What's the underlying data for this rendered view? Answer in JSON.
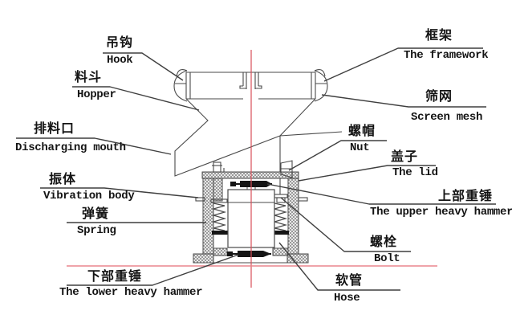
{
  "diagram": {
    "subject": "vibrating-sieve-cross-section",
    "colors": {
      "line": "#4a4a4a",
      "leader": "#3f3f3f",
      "center_axis_red": "#d84f59",
      "ground_line_red": "#ea858d",
      "hatch": "#8a8a8a",
      "text": "#141414",
      "hammer_fill": "#151515"
    },
    "labels": {
      "hook": {
        "cn": "吊钩",
        "en": "Hook"
      },
      "hopper": {
        "cn": "料斗",
        "en": "Hopper"
      },
      "discharging": {
        "cn": "排料口",
        "en": "Discharging mouth"
      },
      "vibration": {
        "cn": "振体",
        "en": "Vibration body"
      },
      "spring": {
        "cn": "弹簧",
        "en": "Spring"
      },
      "lower_hammer": {
        "cn": "下部重锤",
        "en": "The lower heavy hammer"
      },
      "framework": {
        "cn": "框架",
        "en": "The framework"
      },
      "screen_mesh": {
        "cn": "筛网",
        "en": "Screen mesh"
      },
      "nut": {
        "cn": "螺帽",
        "en": "Nut"
      },
      "lid": {
        "cn": "盖子",
        "en": "The lid"
      },
      "upper_hammer": {
        "cn": "上部重锤",
        "en": "The upper heavy hammer"
      },
      "bolt": {
        "cn": "螺栓",
        "en": "Bolt"
      },
      "hose": {
        "cn": "软管",
        "en": "Hose"
      }
    }
  }
}
